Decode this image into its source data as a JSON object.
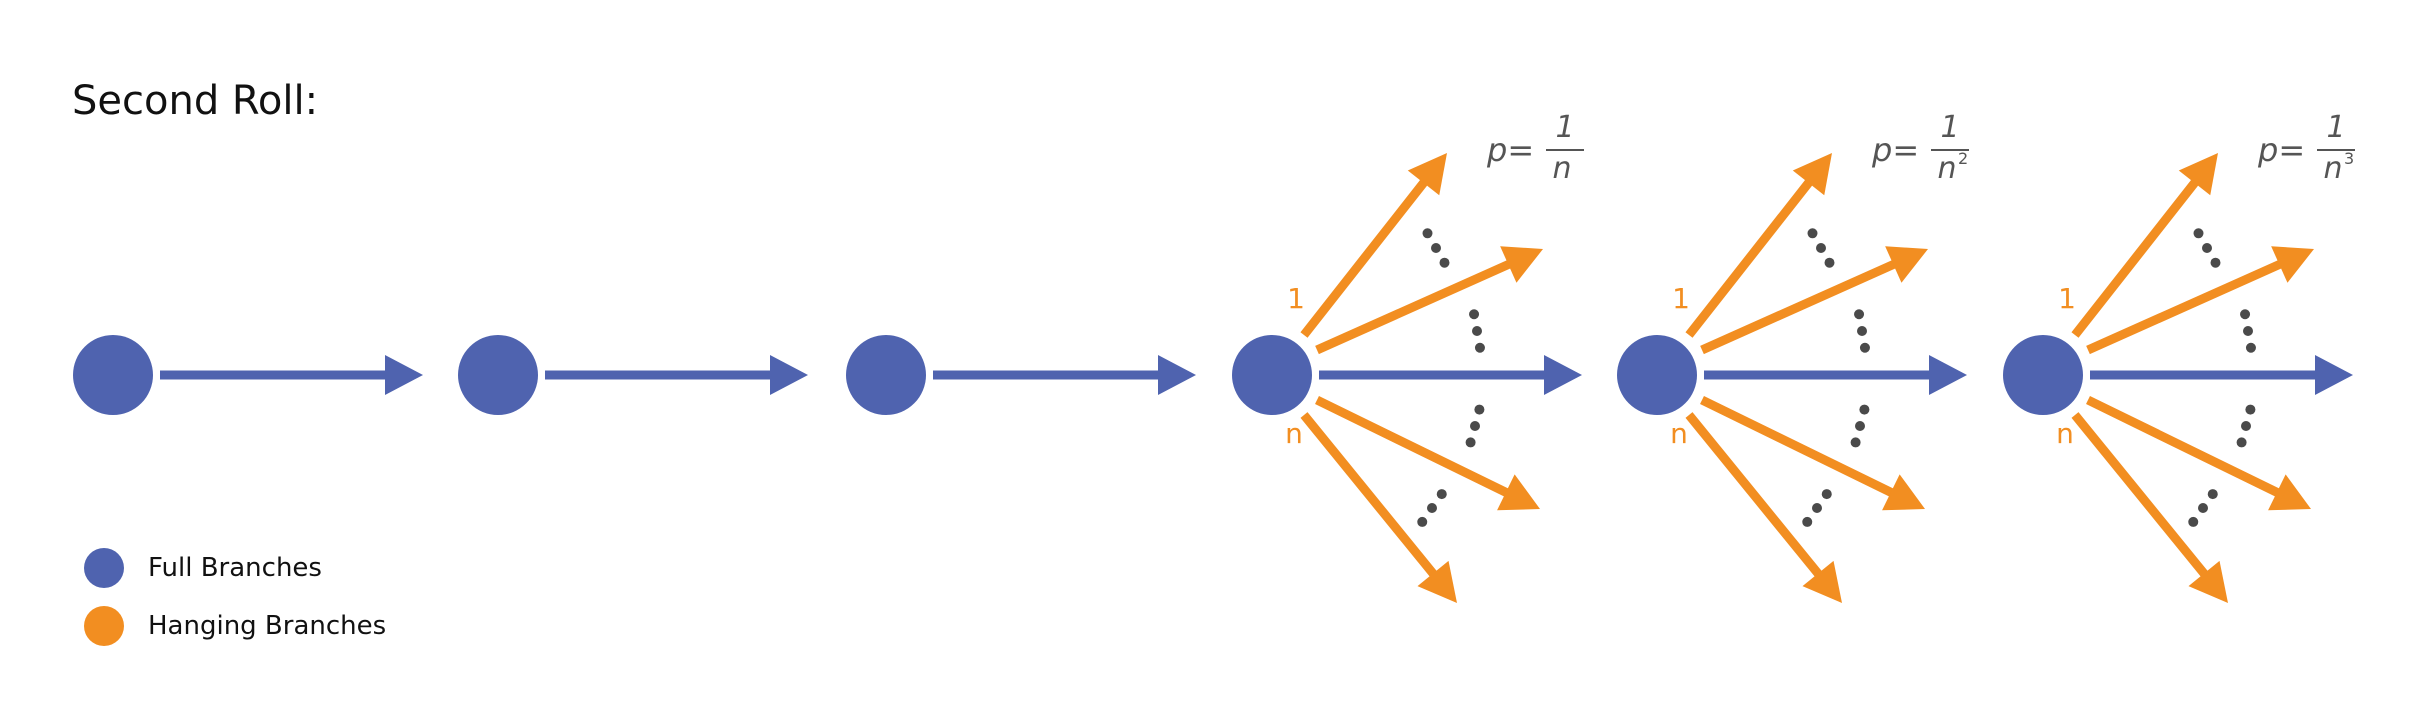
{
  "title": "Second Roll:",
  "colors": {
    "full": "#4F63AF",
    "hanging": "#F28E21",
    "dots": "#4a4a4a",
    "text": "#111111",
    "formula": "#555555"
  },
  "legend": [
    {
      "label": "Full Branches",
      "color": "#4F63AF"
    },
    {
      "label": "Hanging Branches",
      "color": "#F28E21"
    }
  ],
  "branch_labels": {
    "top": "1",
    "bottom": "n"
  },
  "probabilities": [
    {
      "prefix": "p=",
      "numerator": "1",
      "denominator": "n",
      "exponent": ""
    },
    {
      "prefix": "p=",
      "numerator": "1",
      "denominator": "n",
      "exponent": "2"
    },
    {
      "prefix": "p=",
      "numerator": "1",
      "denominator": "n",
      "exponent": "3"
    }
  ],
  "node_count": 6
}
